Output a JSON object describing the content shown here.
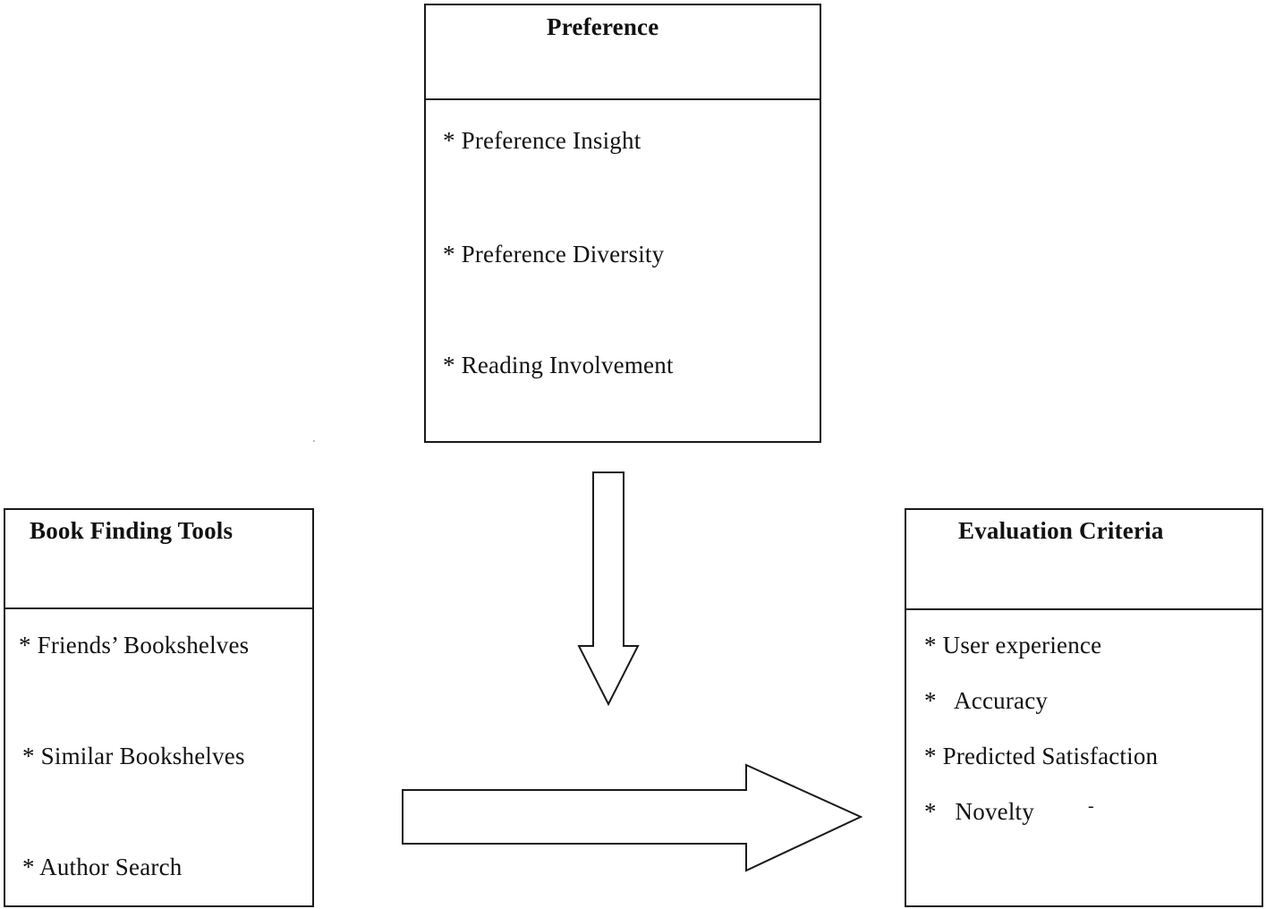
{
  "preference": {
    "title": "Preference",
    "items": [
      "* Preference Insight",
      "* Preference Diversity",
      "* Reading Involvement"
    ]
  },
  "book_finding_tools": {
    "title": "Book Finding Tools",
    "items": [
      "* Friends’ Bookshelves",
      "* Similar Bookshelves",
      "* Author Search"
    ]
  },
  "evaluation_criteria": {
    "title": "Evaluation Criteria",
    "items": [
      "* User experience",
      "*   Accuracy",
      "* Predicted Satisfaction",
      "*   Novelty",
      "-"
    ]
  },
  "colors": {
    "stroke": "#1a1a1a",
    "background": "#ffffff",
    "text": "#111111"
  }
}
